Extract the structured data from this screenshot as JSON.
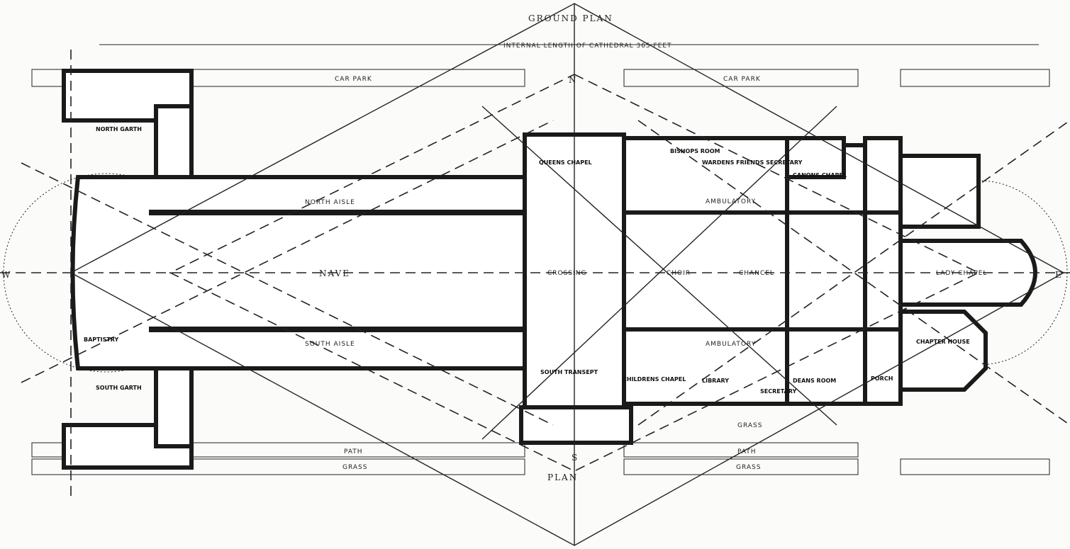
{
  "title": "GROUND PLAN",
  "dimension": "INTERNAL LENGTH OF CATHEDRAL 365 FEET",
  "compass": {
    "north": "N",
    "south": "S",
    "west": "W",
    "east": "E"
  },
  "subtitle": "PLAN",
  "surroundings": {
    "car_park_left": "CAR PARK",
    "car_park_right": "CAR PARK",
    "path_left": "PATH",
    "path_right": "PATH",
    "grass_left": "GRASS",
    "grass_right": "GRASS",
    "grass_south": "GRASS"
  },
  "rooms": {
    "north_garth": "NORTH GARTH",
    "south_garth": "SOUTH GARTH",
    "north_aisle": "NORTH AISLE",
    "nave": "NAVE",
    "south_aisle": "SOUTH AISLE",
    "baptistry": "BAPTISTRY",
    "crossing": "CROSSING",
    "queens_chapel": "QUEENS CHAPEL",
    "bishops_room": "BISHOPS ROOM",
    "wardens_room": "WARDENS FRIENDS SECRETARY",
    "canons_chapel": "CANONS CHAPEL",
    "ambulatory_north": "AMBULATORY",
    "ambulatory_south": "AMBULATORY",
    "choir": "CHOIR",
    "chancel": "CHANCEL",
    "lady_chapel": "LADY CHAPEL",
    "chapter_house": "CHAPTER HOUSE",
    "south_transept": "SOUTH TRANSEPT",
    "childrens_chapel": "CHILDRENS CHAPEL",
    "library": "LIBRARY",
    "secretary": "SECRETARY",
    "deans_room": "DEANS ROOM",
    "porch": "PORCH"
  }
}
